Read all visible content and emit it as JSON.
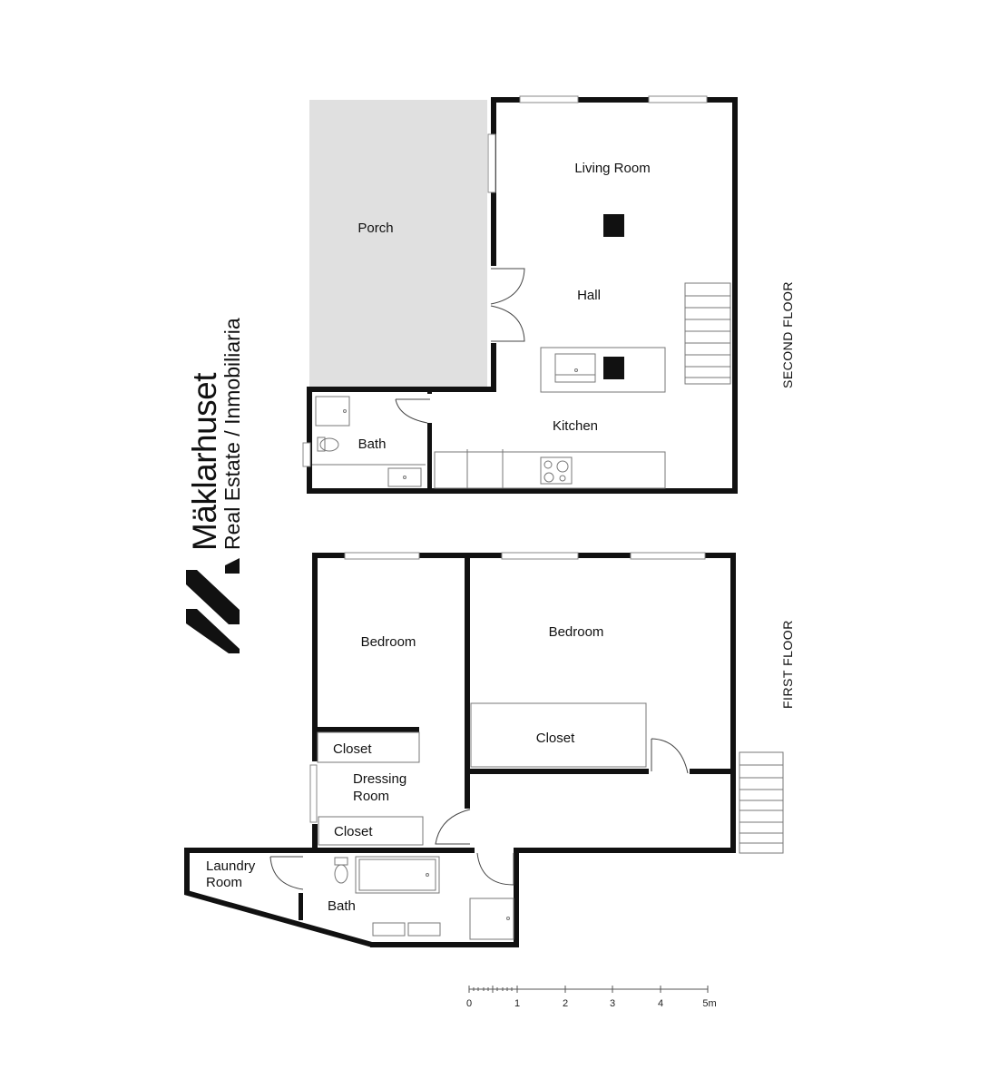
{
  "brand": {
    "name": "Mäklarhuset",
    "tagline": "Real Estate / Inmobiliaria",
    "logo_icon": "maklarhuset-logo-icon"
  },
  "floors": {
    "second": {
      "label": "SECOND  FLOOR",
      "rooms": {
        "porch": "Porch",
        "living_room": "Living Room",
        "hall": "Hall",
        "kitchen": "Kitchen",
        "bath": "Bath"
      }
    },
    "first": {
      "label": "FIRST FLOOR",
      "rooms": {
        "bedroom_left": "Bedroom",
        "bedroom_right": "Bedroom",
        "closet_right": "Closet",
        "closet_top": "Closet",
        "dressing_room_line1": "Dressing",
        "dressing_room_line2": "Room",
        "closet_bottom": "Closet",
        "laundry_line1": "Laundry",
        "laundry_line2": "Room",
        "bath": "Bath"
      }
    }
  },
  "scale_bar": {
    "ticks": [
      "0",
      "1",
      "2",
      "3",
      "4",
      "5m"
    ]
  },
  "colors": {
    "wall": "#111111",
    "porch_fill": "#e0e0e0",
    "fixture_stroke": "#777777"
  }
}
